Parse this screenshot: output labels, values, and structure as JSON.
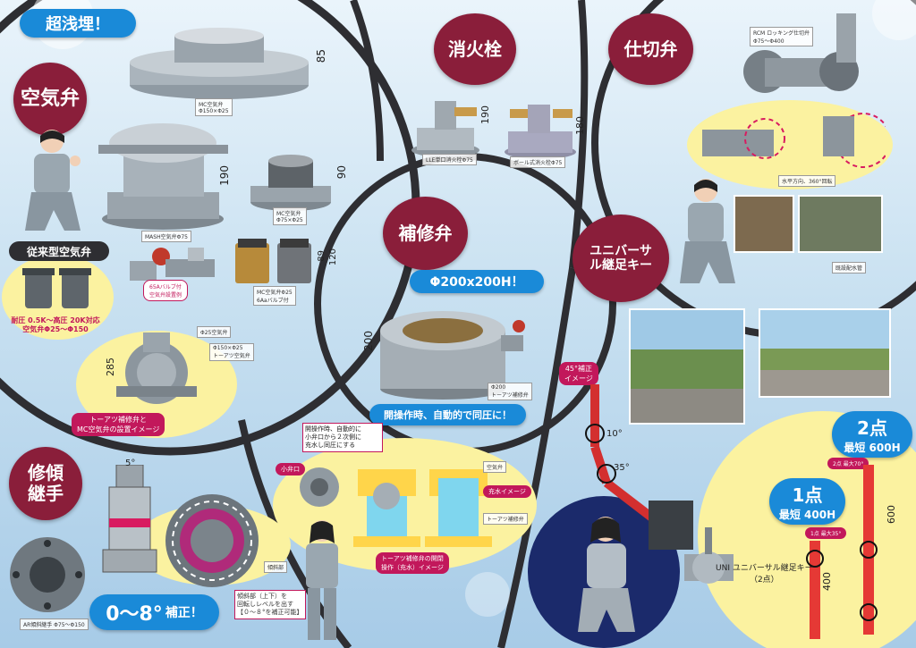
{
  "colors": {
    "maroon": "#8a1e3a",
    "accent_blue": "#1a8ad8",
    "divider": "#2e2e32",
    "yellow": "#fbf2a0"
  },
  "sections": {
    "shallow": {
      "label": "超浅埋！"
    },
    "air_valve": {
      "title": "空気弁",
      "dims": {
        "d85": "85",
        "d190": "190",
        "d90": "90",
        "d89": "89",
        "d120": "120",
        "d285": "285"
      },
      "captions": {
        "mc_air_valve_1": "MC空気弁\nΦ150×Φ25",
        "mash_air_valve": "MASH空気弁Φ75",
        "mc_air_valve_2": "MC空気弁\nΦ75×Φ25",
        "mc_air_valve_3": "MC空気弁Φ25\n6Aaバルブ付",
        "sixty_five_a": "65Aバルブ付\n空気弁設置例",
        "annotation_small": "Φ25空気弁",
        "tokotsu_valve": "Φ150×Φ25\nトーアツ空気弁"
      },
      "conventional": {
        "label": "従来型空気弁",
        "spec": "耐圧 0.5K～高圧 20K対応\n空気弁Φ25～Φ150"
      },
      "install_image": "トーアツ補修弁と\nMC空気弁の設置イメージ"
    },
    "hydrant": {
      "title": "消火栓",
      "dims": {
        "d190": "190",
        "d180": "180"
      },
      "captions": {
        "llc": "LLE単口消火栓Φ75",
        "double": "ボール式消火栓Φ75"
      }
    },
    "gate_valve": {
      "title": "仕切弁",
      "captions": {
        "rcm": "RCM ロッキング仕切弁\nΦ75～Φ400",
        "rotation": "水平方向、360°回転",
        "install": "既設配水管"
      }
    },
    "repair_valve": {
      "title": "補修弁",
      "size_pill": "Φ200x200H！",
      "dims": {
        "d200": "200"
      },
      "caption": "Φ200\nトーアツ補修弁",
      "operation": "開操作時、自動的で同圧に！",
      "callout": "開操作時、自動的に\n小弁口から２次側に\n充水し同圧にする",
      "small_port": "小弁口",
      "labels": {
        "air": "空気弁",
        "filling": "充水イメージ",
        "tokotsu": "トーアツ補修弁"
      },
      "cutaway_caption": "トーアツ補修弁の開閉\n操作（充水）イメージ"
    },
    "universal_key": {
      "title": "ユニバーサル継足キー",
      "correction": "45°補正\nイメージ",
      "angles": {
        "a10": "10°",
        "a35": "35°"
      },
      "two_point": {
        "title": "2点",
        "sub": "最短 600H",
        "detail": "2点 最大70°"
      },
      "one_point": {
        "title": "1点",
        "sub": "最短 400H",
        "detail": "1点 最大35°"
      },
      "dims": {
        "d600": "600",
        "d400": "400"
      },
      "caption": "UNI ユニバーサル継足キー\n（2点）"
    },
    "tilt_joint": {
      "title": "修傾\n継手",
      "angle": "5°",
      "caption": "AR傾斜継手 Φ75～Φ150",
      "side_label": "傾斜部",
      "adjust_note": "傾斜部（上下）を\n回転しレベルを出す\n【０～８°を補正可能】",
      "correction_label": "0～8°",
      "correction_suffix": "補正！"
    }
  }
}
